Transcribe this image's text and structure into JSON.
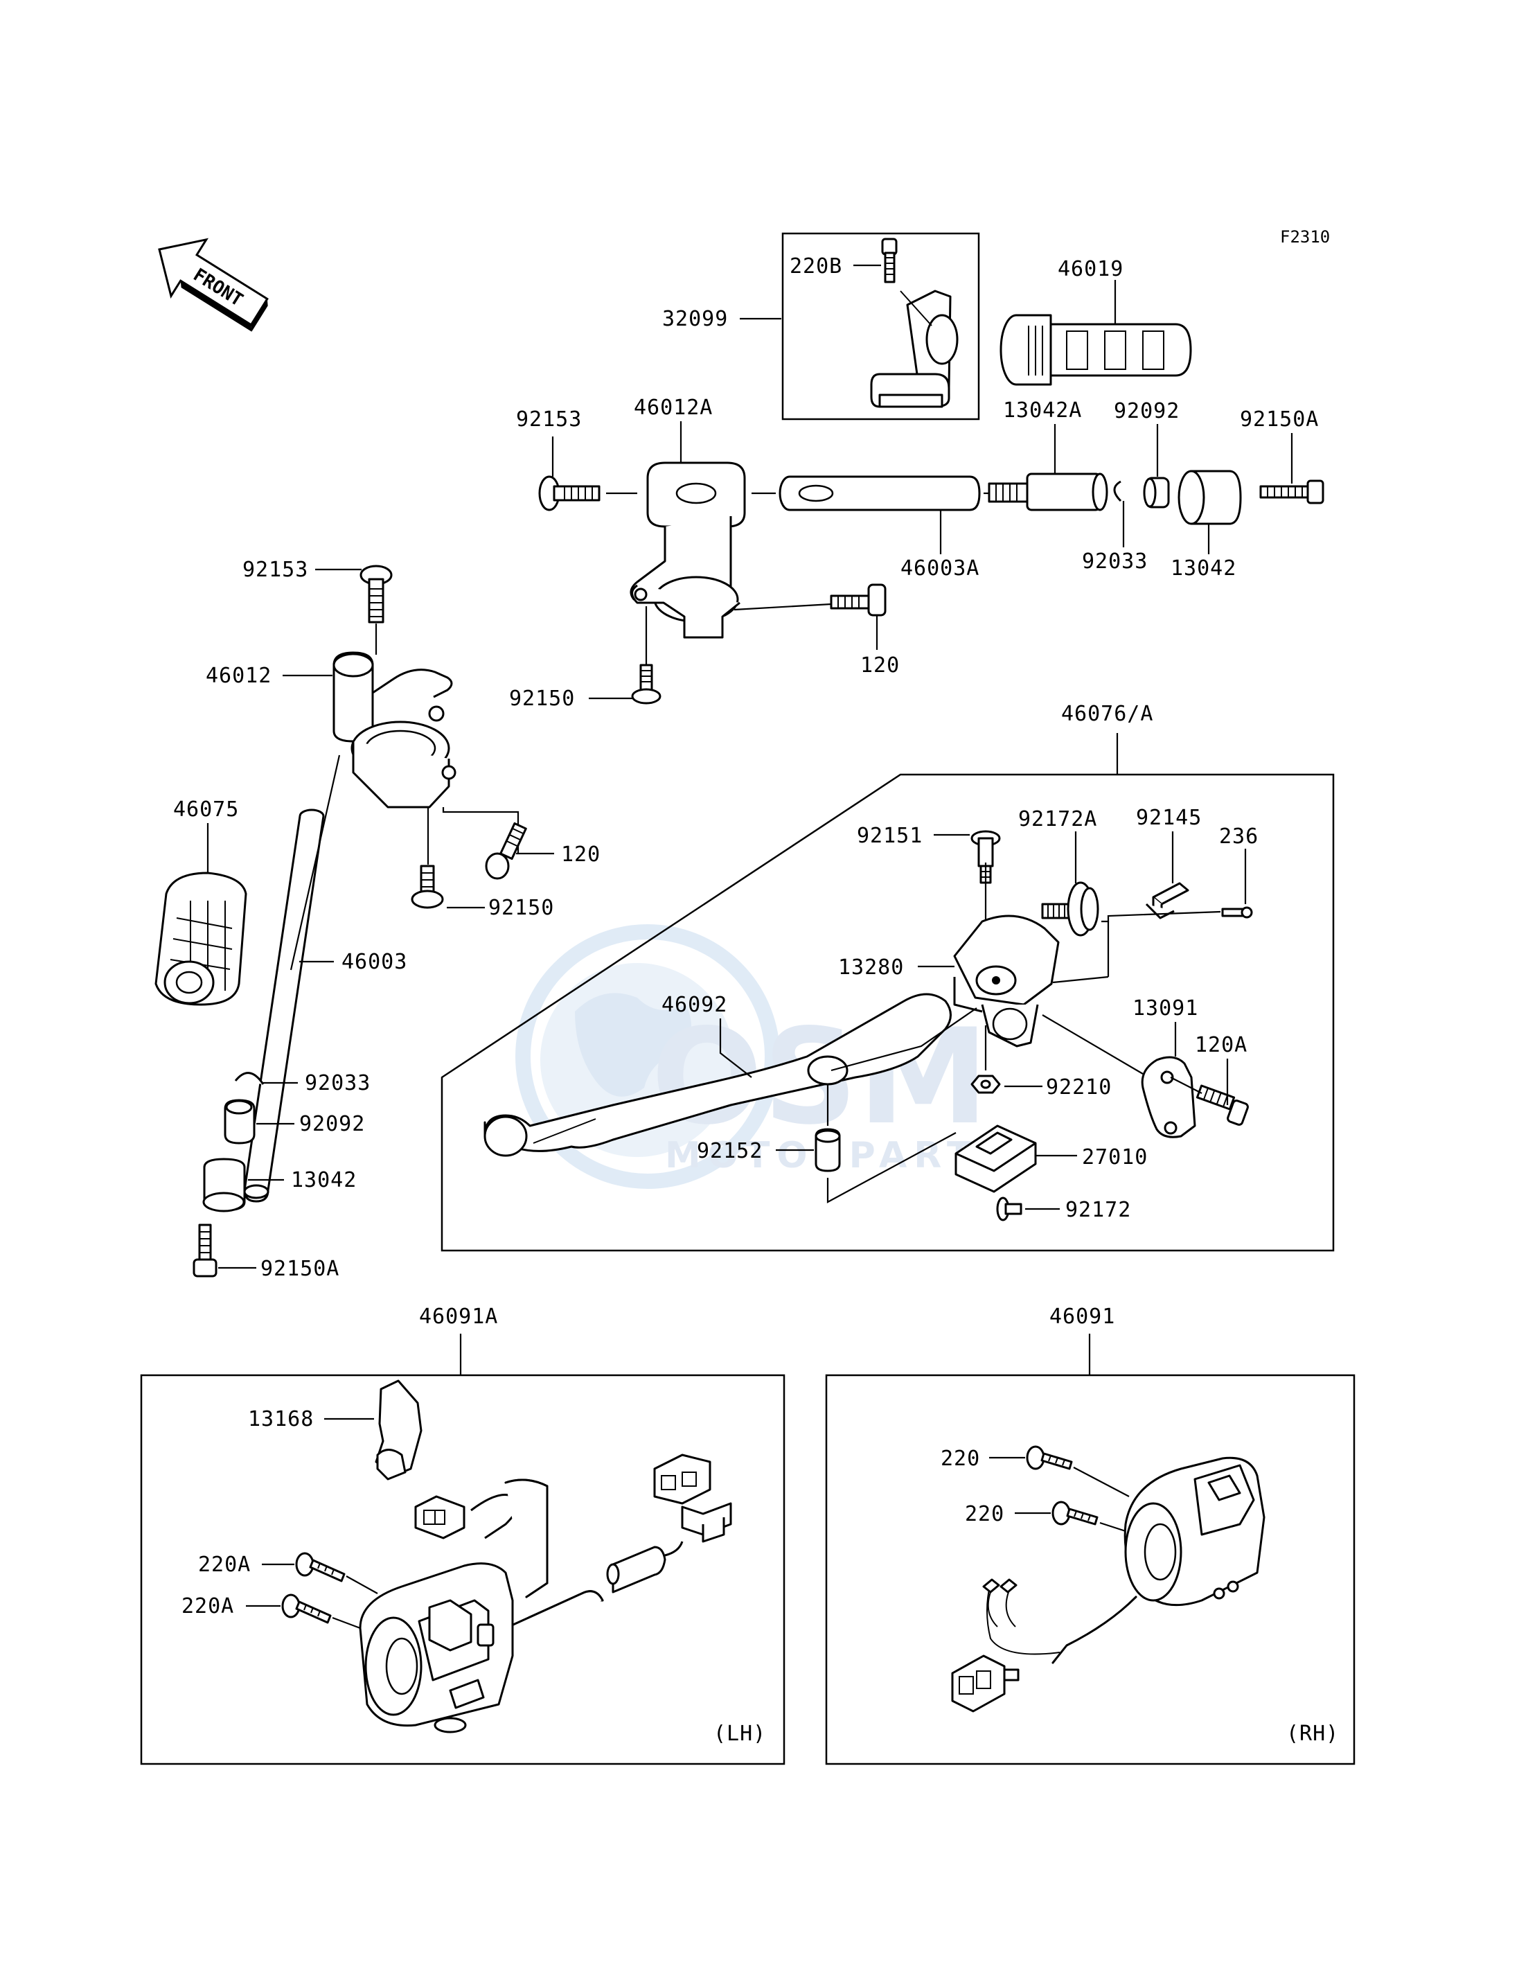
{
  "figure_code": "F2310",
  "front_arrow": {
    "label": "FRONT",
    "icon": "front-arrow-icon"
  },
  "watermark": {
    "title": "OSM",
    "subtitle": "MOTORPARTS",
    "color": "#9ec3e6"
  },
  "part_labels": {
    "p220B": "220B",
    "p32099": "32099",
    "p46019": "46019",
    "p92153_top": "92153",
    "p46012A": "46012A",
    "p13042A": "13042A",
    "p92092_top": "92092",
    "p92150A_top": "92150A",
    "p46003A": "46003A",
    "p92033_top": "92033",
    "p13042_top": "13042",
    "p92153_left": "92153",
    "p46012": "46012",
    "p120_top": "120",
    "p92150_top": "92150",
    "p46076A": "46076/A",
    "p120_left": "120",
    "p46075": "46075",
    "p92150_left": "92150",
    "p46003": "46003",
    "p92151": "92151",
    "p92172A": "92172A",
    "p92145": "92145",
    "p236": "236",
    "p13280": "13280",
    "p46092": "46092",
    "p13091": "13091",
    "p120A": "120A",
    "p92033_left": "92033",
    "p92210": "92210",
    "p92092_left": "92092",
    "p92152": "92152",
    "p27010": "27010",
    "p13042_left": "13042",
    "p92172": "92172",
    "p92150A_left": "92150A",
    "p46091A": "46091A",
    "p46091": "46091",
    "p13168": "13168",
    "p220_a": "220",
    "p220_b": "220",
    "p220A_a": "220A",
    "p220A_b": "220A"
  },
  "side_labels": {
    "lh": "(LH)",
    "rh": "(RH)"
  }
}
